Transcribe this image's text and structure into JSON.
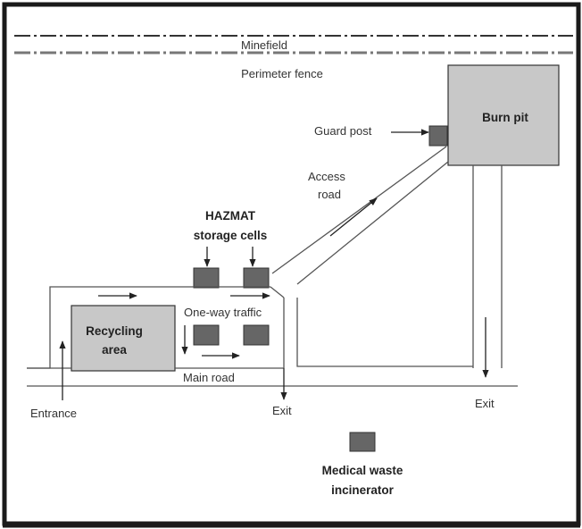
{
  "labels": {
    "minefield": "Minefield",
    "perimeter_fence": "Perimeter fence",
    "burn_pit": "Burn pit",
    "guard_post": "Guard post",
    "access_road_line1": "Access",
    "access_road_line2": "road",
    "hazmat_line1": "HAZMAT",
    "hazmat_line2": "storage cells",
    "recycling_line1": "Recycling",
    "recycling_line2": "area",
    "one_way_traffic": "One-way traffic",
    "main_road": "Main road",
    "entrance": "Entrance",
    "exit_center": "Exit",
    "exit_right": "Exit",
    "incinerator_line1": "Medical waste",
    "incinerator_line2": "incinerator"
  },
  "colors": {
    "frame": "#1a1a1a",
    "area_fill": "#c8c8c8",
    "cell_fill": "#666666",
    "road": "#555555"
  }
}
